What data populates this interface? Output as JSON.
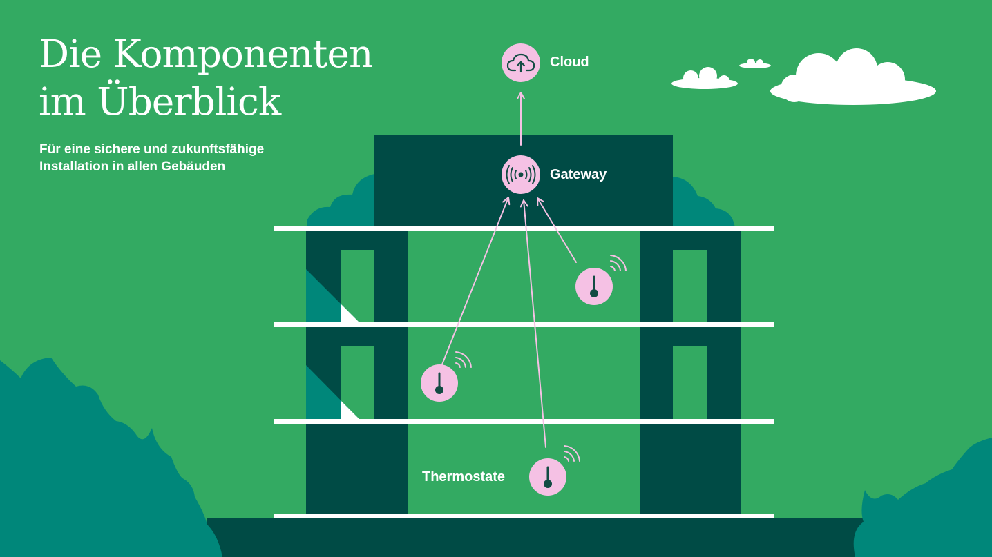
{
  "heading": {
    "line1": "Die Komponenten",
    "line2": "im Überblick"
  },
  "subheading": {
    "line1": "Für eine sichere und zukunftsfähige",
    "line2": "Installation in allen Gebäuden"
  },
  "nodes": {
    "cloud": {
      "label": "Cloud",
      "icon": "cloud-upload-icon"
    },
    "gateway": {
      "label": "Gateway",
      "icon": "radio-signal-icon"
    },
    "thermostats": {
      "label": "Thermostate",
      "icon": "thermometer-icon",
      "count": 3
    }
  },
  "colors": {
    "background": "#33aa62",
    "building": "#004b45",
    "accent_teal": "#00877a",
    "node_pink": "#f5c1e4",
    "icon_dark": "#124c43",
    "arrow": "#f5c1e4",
    "text": "#ffffff",
    "cloud_white": "#ffffff"
  }
}
